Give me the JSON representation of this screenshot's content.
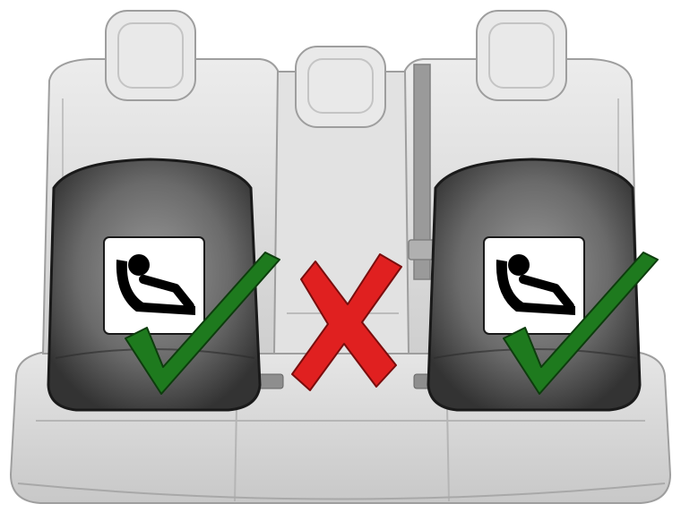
{
  "diagram": {
    "seats": [
      {
        "id": "left-outboard",
        "child_seat_allowed": true,
        "mark": "check"
      },
      {
        "id": "center",
        "child_seat_allowed": false,
        "mark": "cross"
      },
      {
        "id": "right-outboard",
        "child_seat_allowed": true,
        "mark": "check"
      }
    ],
    "colors": {
      "seat": "#d9d9d9",
      "seat_shadow": "#b9b9b9",
      "zone_dark": "#3c3c3c",
      "zone_mid": "#8a8a8a",
      "check": "#1e7a1e",
      "cross": "#e02020",
      "icon_bg": "#ffffff",
      "icon_fg": "#000000"
    },
    "icons": [
      "child-seat-icon",
      "check-mark-icon",
      "cross-mark-icon"
    ]
  }
}
